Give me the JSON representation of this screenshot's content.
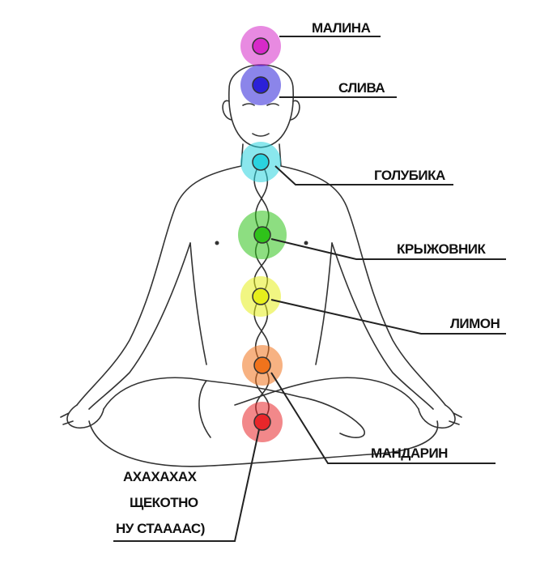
{
  "chakras": [
    {
      "label": "МАЛИНА",
      "color": "#d629c8"
    },
    {
      "label": "СЛИВА",
      "color": "#2b20d8"
    },
    {
      "label": "ГОЛУБИКА",
      "color": "#2ad3df"
    },
    {
      "label": "КРЫЖОВНИК",
      "color": "#2fc21a"
    },
    {
      "label": "ЛИМОН",
      "color": "#e6ee1c"
    },
    {
      "label": "МАНДАРИН",
      "color": "#f0731c"
    },
    {
      "label": "",
      "color": "#e8262a"
    }
  ],
  "caption_lines": [
    "АХАХАХАХ",
    "ЩЕКОТНО",
    "НУ СТААААС)"
  ]
}
